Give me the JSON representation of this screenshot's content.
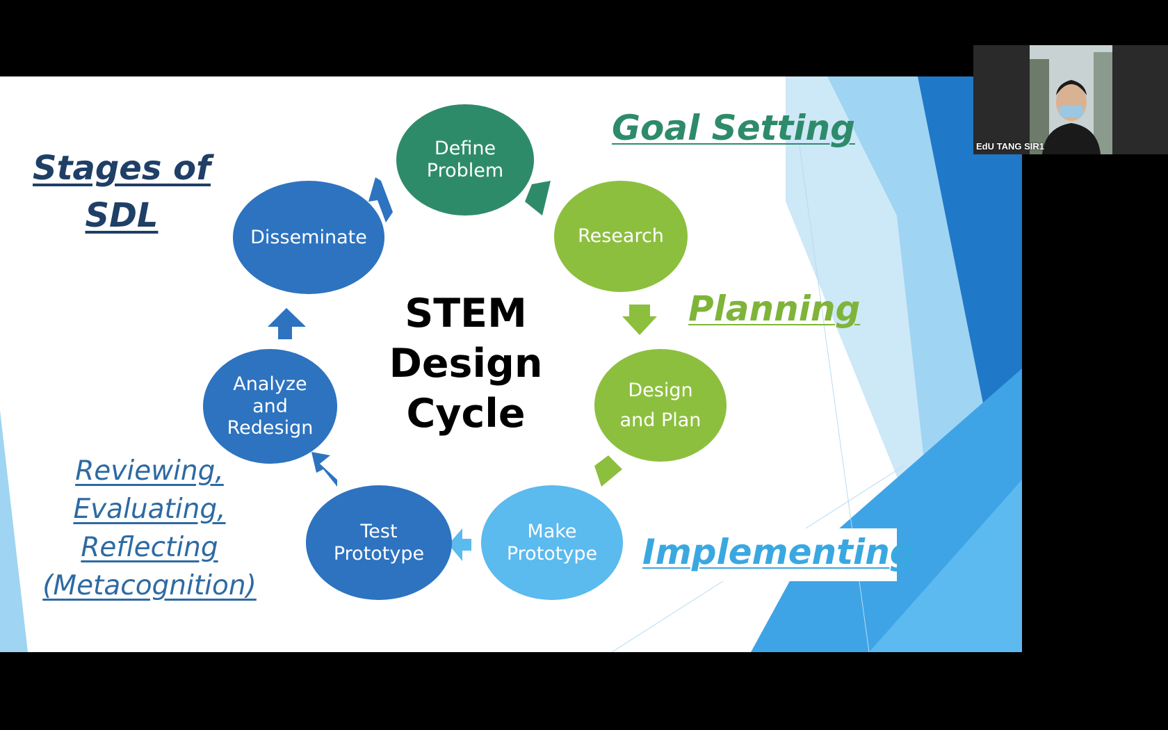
{
  "slide": {
    "center_title": "STEM\nDesign\nCycle",
    "stages_title": "Stages of\nSDL",
    "cycle_nodes": [
      {
        "label": "Define\nProblem",
        "color": "#2e8b6a"
      },
      {
        "label": "Research",
        "color": "#8dbf3f"
      },
      {
        "label": "Design\nand Plan",
        "color": "#8dbf3f"
      },
      {
        "label": "Make\nPrototype",
        "color": "#5bbaee"
      },
      {
        "label": "Test\nPrototype",
        "color": "#2d73c0"
      },
      {
        "label": "Analyze\nand\nRedesign",
        "color": "#2d73c0"
      },
      {
        "label": "Disseminate",
        "color": "#2d73c0"
      }
    ],
    "stages": {
      "goal_setting": {
        "label": "Goal Setting",
        "color": "#2e8b6a"
      },
      "planning": {
        "label": "Planning",
        "color": "#7fb43a"
      },
      "implementing": {
        "label": "Implementing",
        "color": "#3aa8e0"
      },
      "reviewing": {
        "label": "Reviewing,\nEvaluating,\nReflecting\n(Metacognition)",
        "color": "#2d6aa3"
      }
    }
  },
  "video": {
    "participant_name": "EdU TANG SIR1",
    "icon": "person-with-mask"
  }
}
